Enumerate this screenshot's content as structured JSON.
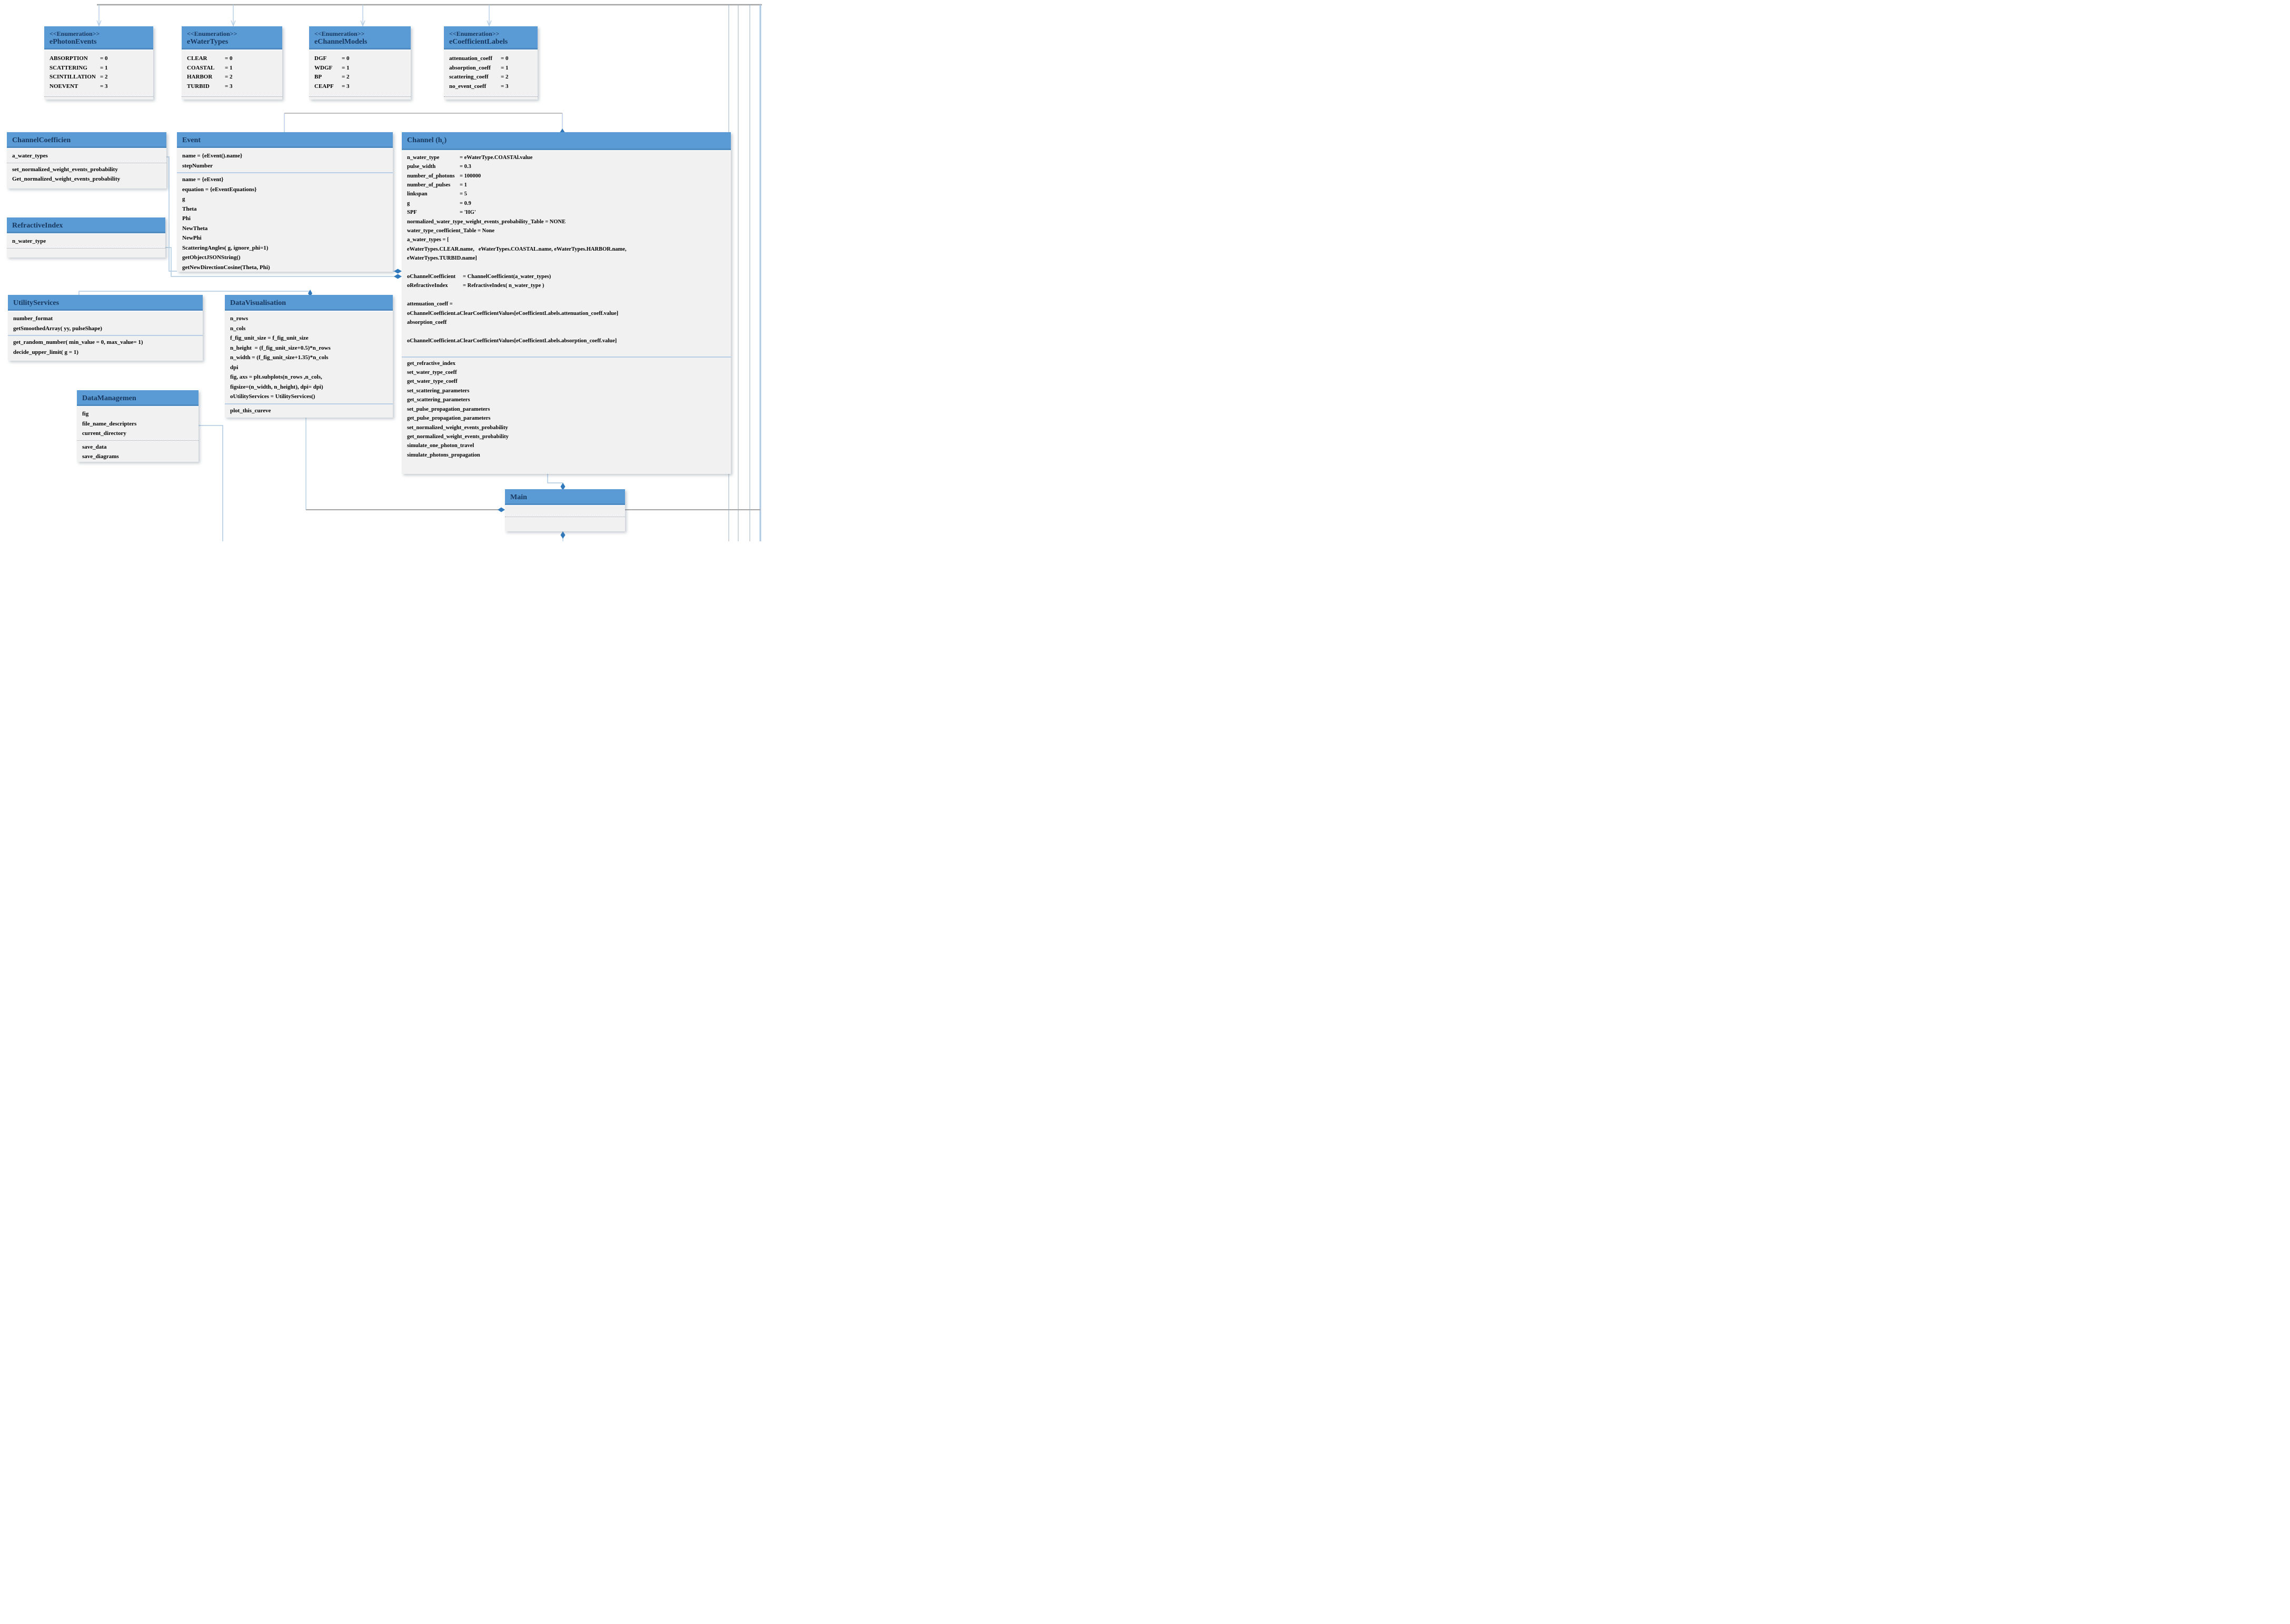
{
  "colors": {
    "header_blue": "#5b9bd5",
    "title_navy": "#17375e",
    "body_gray": "#f1f1f2",
    "connector_blue": "#aec9e4",
    "connector_gray": "#a3a3a3",
    "diamond_blue": "#3079bd"
  },
  "boxes": {
    "ePhotonEvents": {
      "stereotype": "<<Enumeration>>",
      "name": "ePhotonEvents",
      "entries": [
        {
          "k": "ABSORPTION",
          "v": "= 0"
        },
        {
          "k": "SCATTERING",
          "v": "= 1"
        },
        {
          "k": "SCINTILLATION",
          "v": "= 2"
        },
        {
          "k": "NOEVENT",
          "v": "= 3"
        }
      ]
    },
    "eWaterTypes": {
      "stereotype": "<<Enumeration>>",
      "name": "eWaterTypes",
      "entries": [
        {
          "k": "CLEAR",
          "v": "= 0"
        },
        {
          "k": "COASTAL",
          "v": "= 1"
        },
        {
          "k": "HARBOR",
          "v": "= 2"
        },
        {
          "k": "TURBID",
          "v": "= 3"
        }
      ]
    },
    "eChannelModels": {
      "stereotype": "<<Enumeration>>",
      "name": "eChannelModels",
      "entries": [
        {
          "k": "DGF",
          "v": "= 0"
        },
        {
          "k": "WDGF",
          "v": "= 1"
        },
        {
          "k": "BP",
          "v": "= 2"
        },
        {
          "k": "CEAPF",
          "v": "= 3"
        }
      ]
    },
    "eCoefficientLabels": {
      "stereotype": "<<Enumeration>>",
      "name": "eCoefficientLabels",
      "entries": [
        {
          "k": "attenuation_coeff",
          "v": "= 0"
        },
        {
          "k": "absorption_coeff",
          "v": "= 1"
        },
        {
          "k": "scattering_coeff",
          "v": "= 2"
        },
        {
          "k": "no_event_coeff",
          "v": "= 3"
        }
      ]
    },
    "channelCoefficien": {
      "name": "ChannelCoefficien",
      "attrs": [
        "a_water_types"
      ],
      "methods": [
        "set_normalized_weight_events_probability",
        "Get_normalized_weight_events_probability"
      ]
    },
    "refractiveIndex": {
      "name": "RefractiveIndex",
      "attrs": [
        "n_water_type"
      ],
      "methods": []
    },
    "event": {
      "name": "Event",
      "attrs": [
        "name = {eEvent().name}",
        "stepNumber"
      ],
      "methods": [
        "name = {eEvent}",
        "equation = {eEventEquations}",
        "g",
        "Theta",
        "Phi",
        "NewTheta",
        "NewPhi",
        "ScatteringAngles( g, ignore_phi=1)",
        "getObjectJSONString()",
        "getNewDirectionCosine(Theta, Phi)"
      ]
    },
    "channel": {
      "title": "Channel (h",
      "title_sub": "c",
      "title_end": ")",
      "attrs_aligned": [
        {
          "k": "n_water_type",
          "v": "= eWaterType.COASTAl.value"
        },
        {
          "k": "pulse_width",
          "v": "= 0.3"
        },
        {
          "k": "number_of_photons",
          "v": "= 100000"
        },
        {
          "k": "number_of_pulses",
          "v": "= 1"
        },
        {
          "k": "linkspan",
          "v": "= 5"
        },
        {
          "k": "g",
          "v": "= 0.9"
        },
        {
          "k": "SPF",
          "v": "= 'HG'"
        }
      ],
      "attrs_lines_a": [
        "normalized_water_type_weight_events_probability_Table = NONE",
        "water_type_coefficient_Table = None",
        "a_water_types = [",
        "eWaterTypes.CLEAR.name,   eWaterTypes.COASTAL.name, eWaterTypes.HARBOR.name,",
        "eWaterTypes.TURBID.name]",
        ""
      ],
      "attrs_aligned2": [
        {
          "k": "oChannelCoefficient",
          "v": "= ChannelCoefficient(a_water_types)"
        },
        {
          "k": "oRefractiveIndex",
          "v": "= RefractiveIndex( n_water_type )"
        }
      ],
      "attrs_lines_b": [
        "",
        "attenuation_coeff =",
        "oChannelCoefficient.aClearCoefficientValues[eCoefficientLabels.attenuation_coeff.value]",
        "absorption_coeff",
        "",
        "oChannelCoefficient.aClearCoefficientValues[eCoefficientLabels.absorption_coeff.value]",
        ""
      ],
      "methods": [
        "get_refractive_index",
        "set_water_type_coeff",
        "get_water_type_coeff",
        "set_scattering_parameters",
        "get_scattering_parameters",
        "set_pulse_propagation_parameters",
        "get_pulse_propagation_parameters",
        "set_normalized_weight_events_probability",
        "get_normalized_weight_events_probability",
        "simulate_one_photon_travel",
        "simulate_photons_propagation"
      ]
    },
    "utilityServices": {
      "name": "UtilityServices",
      "attrs": [
        "number_format",
        "getSmoothedArray( yy, pulseShape)"
      ],
      "methods": [
        "get_random_number( min_value = 0, max_value= 1)",
        "decide_upper_limit( g = 1)"
      ]
    },
    "dataVisualisation": {
      "name": "DataVisualisation",
      "attrs": [
        "n_rows",
        "n_cols",
        "f_fig_unit_size = f_fig_unit_size",
        "n_height  = (f_fig_unit_size+0.5)*n_rows",
        "n_width = (f_fig_unit_size+1.35)*n_cols",
        "dpi",
        "fig, axs = plt.subplots(n_rows ,n_cols,",
        "figsize=(n_width, n_height), dpi= dpi)",
        "oUtilityServices = UtilityServices()"
      ],
      "methods": [
        "plot_this_cureve"
      ]
    },
    "dataManagemen": {
      "name": "DataManagemen",
      "attrs": [
        "fig",
        "file_name_descripters",
        "current_directory"
      ],
      "methods": [
        "save_data",
        "save_diagrams"
      ]
    },
    "main": {
      "name": "Main"
    }
  }
}
